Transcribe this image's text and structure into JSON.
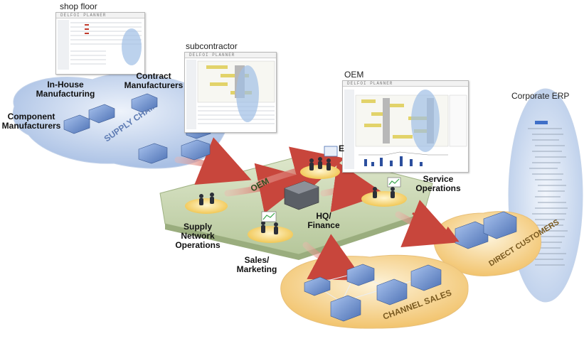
{
  "captions": {
    "shop_floor": "shop floor",
    "subcontractor": "subcontractor",
    "oem": "OEM",
    "corporate_erp": "Corporate ERP"
  },
  "labels": {
    "in_house_1": "In-House",
    "in_house_2": "Manufacturing",
    "contract_1": "Contract",
    "contract_2": "Manufacturers",
    "component_1": "Component",
    "component_2": "Manufacturers",
    "supply_network_1": "Supply",
    "supply_network_2": "Network",
    "supply_network_3": "Operations",
    "hq_1": "HQ/",
    "hq_2": "Finance",
    "sales_1": "Sales/",
    "sales_2": "Marketing",
    "service_1": "Service",
    "service_2": "Operations",
    "partial_e": "E"
  },
  "zone_labels": {
    "supply_chain": "SUPPLY CHAIN",
    "oem": "OEM",
    "direct_customers": "DIRECT CUSTOMERS",
    "channel_sales": "CHANNEL SALES"
  },
  "screens": {
    "brand": "DELFOI PLANNER"
  },
  "colors": {
    "platform": "#c9d6b4",
    "cloud": "#c2d3ec",
    "cloud_warm": "#f5cf8a",
    "arrow": "#d9534a",
    "building": "#6f93cf",
    "highlight": "#9fbfe6"
  }
}
